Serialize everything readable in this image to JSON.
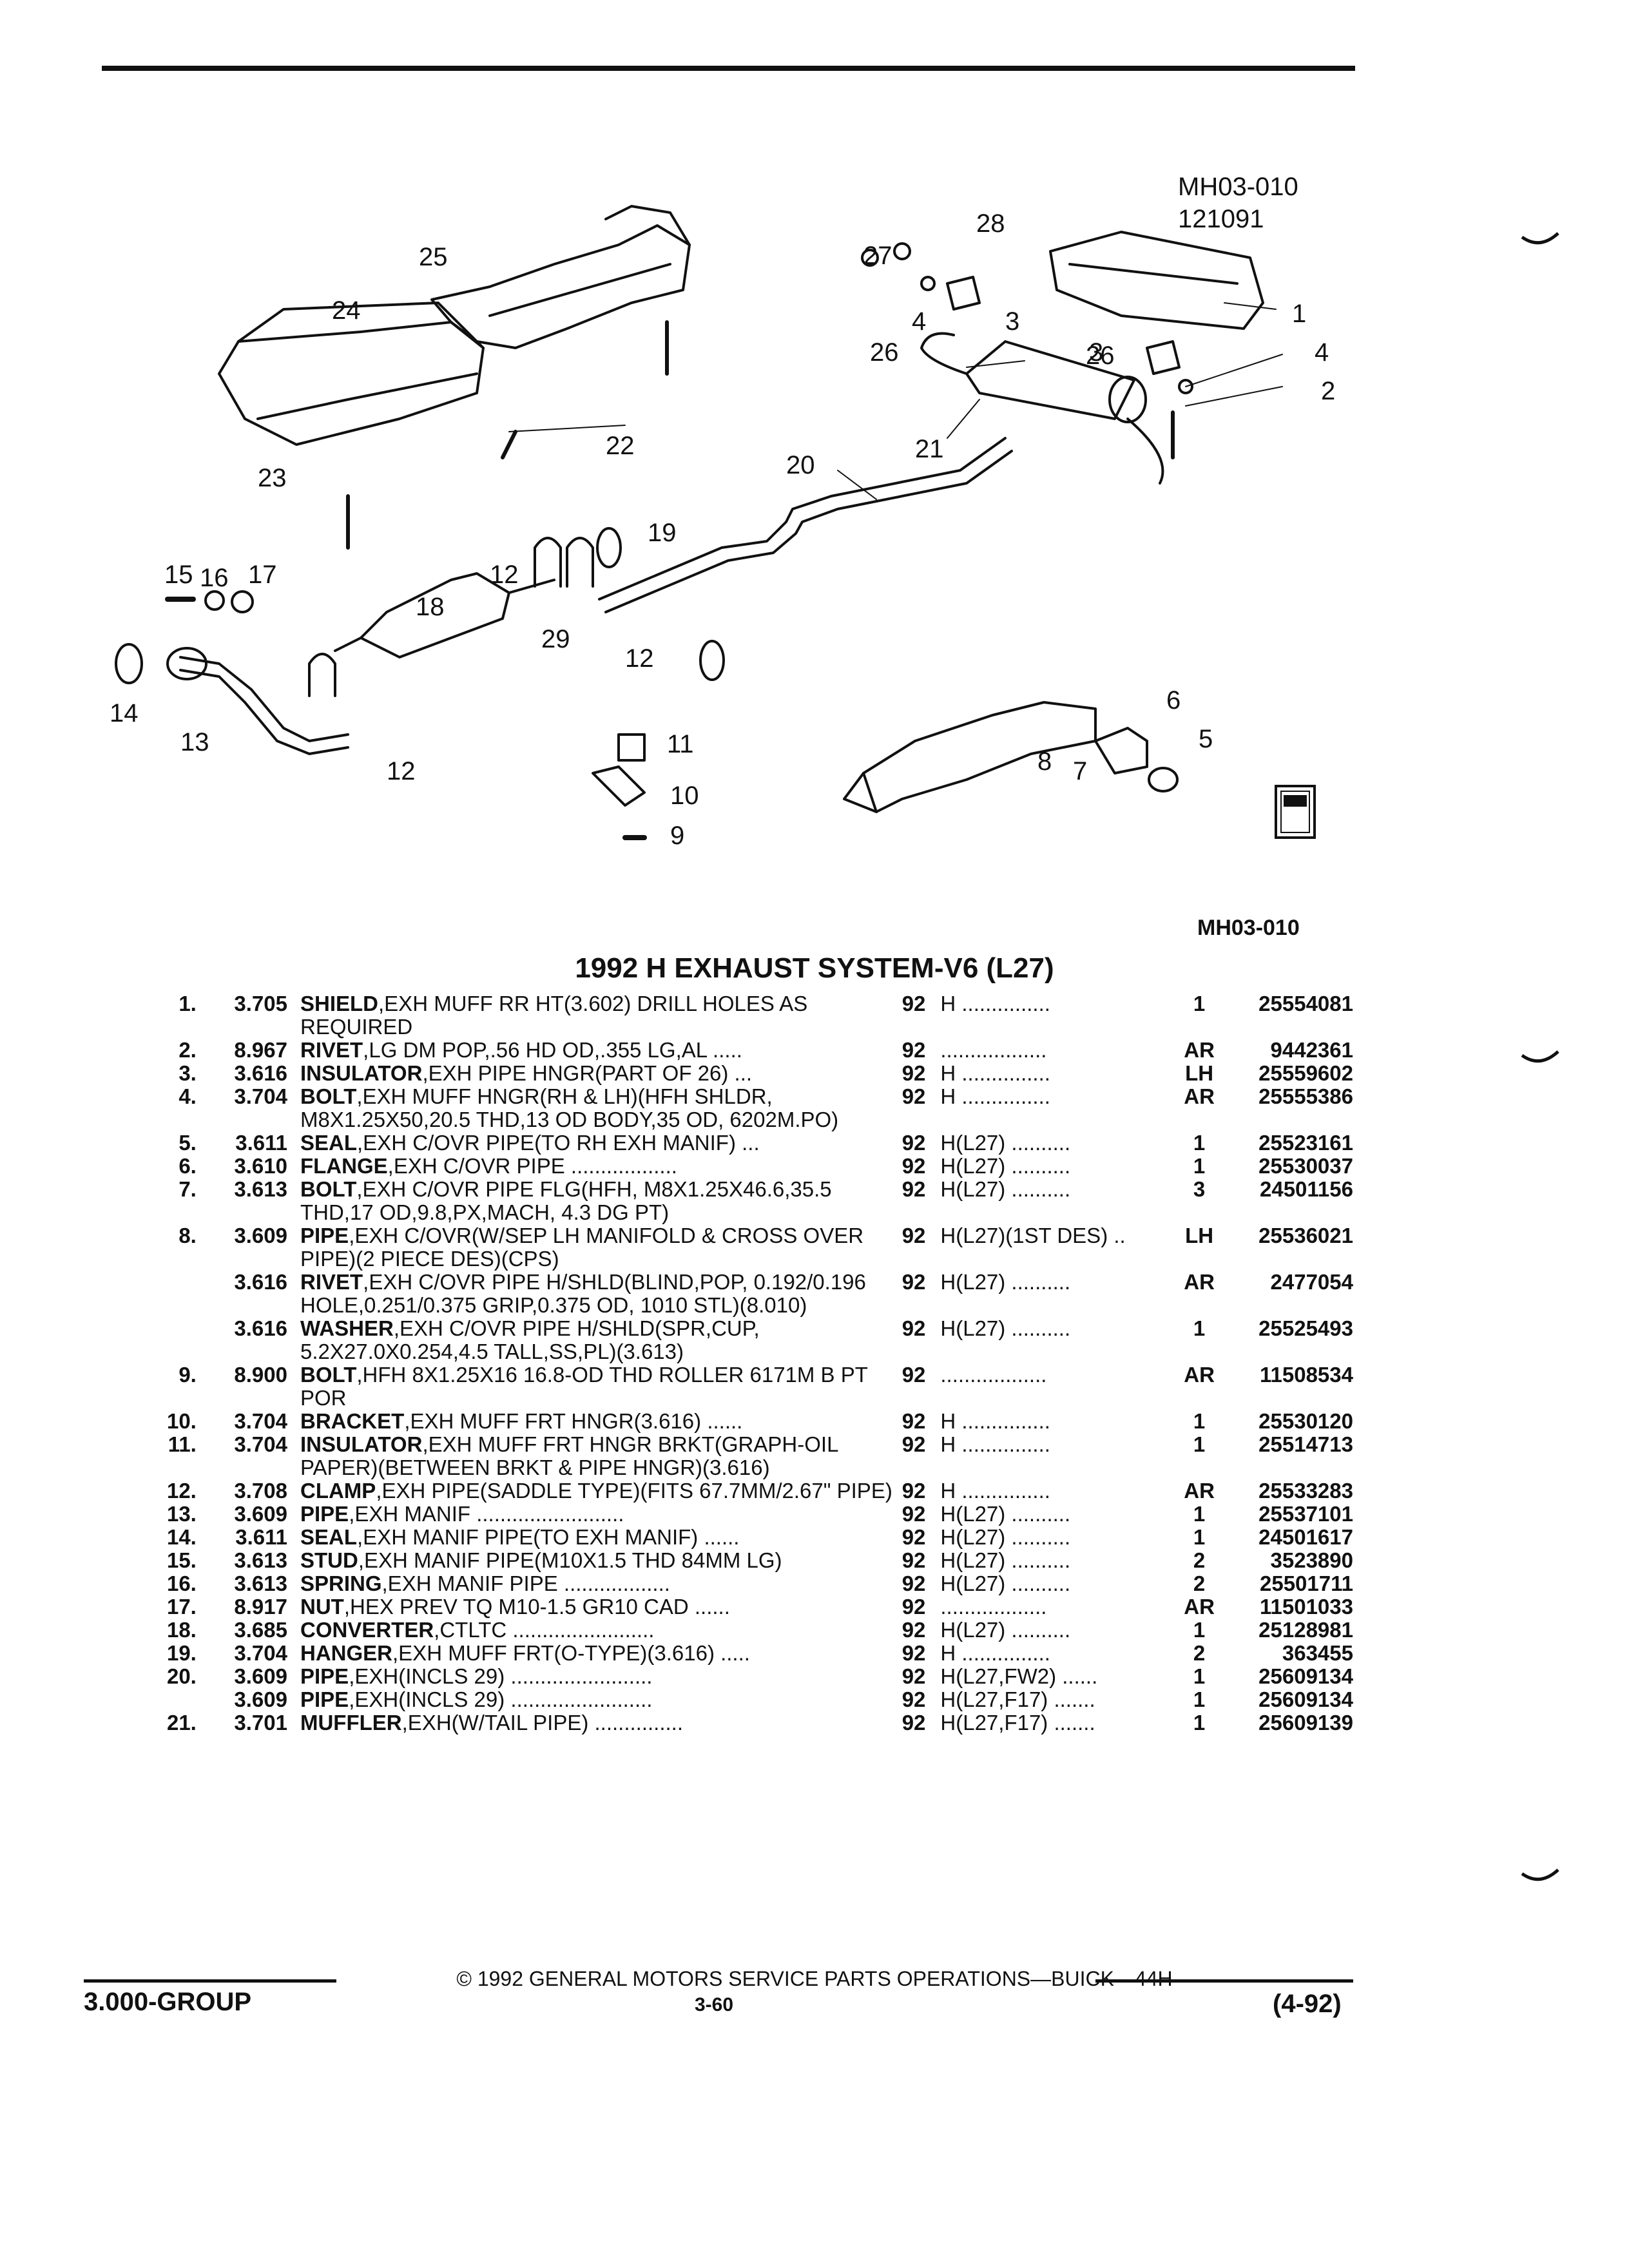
{
  "diagram": {
    "code_top": "MH03-010",
    "code_date": "121091",
    "code_bottom": "MH03-010",
    "callouts": [
      "1",
      "2",
      "3",
      "4",
      "5",
      "6",
      "7",
      "8",
      "9",
      "10",
      "11",
      "12",
      "13",
      "14",
      "15",
      "16",
      "17",
      "18",
      "19",
      "20",
      "21",
      "22",
      "23",
      "24",
      "25",
      "26",
      "27",
      "28",
      "29"
    ]
  },
  "title": "1992 H EXHAUST SYSTEM-V6 (L27)",
  "parts": [
    {
      "num": "1.",
      "grp": "3.705",
      "name": "SHIELD",
      "desc": ",EXH MUFF RR HT(3.602) DRILL HOLES AS REQUIRED",
      "yr": "92",
      "model": "H ...............",
      "qty": "1",
      "pn": "25554081"
    },
    {
      "num": "2.",
      "grp": "8.967",
      "name": "RIVET",
      "desc": ",LG DM POP,.56 HD OD,.355 LG,AL .....",
      "yr": "92",
      "model": "..................",
      "qty": "AR",
      "pn": "9442361"
    },
    {
      "num": "3.",
      "grp": "3.616",
      "name": "INSULATOR",
      "desc": ",EXH PIPE HNGR(PART OF 26) ...",
      "yr": "92",
      "model": "H ...............",
      "qty": "LH",
      "pn": "25559602"
    },
    {
      "num": "4.",
      "grp": "3.704",
      "name": "BOLT",
      "desc": ",EXH MUFF HNGR(RH & LH)(HFH SHLDR, M8X1.25X50,20.5 THD,13 OD BODY,35 OD, 6202M.PO)",
      "yr": "92",
      "model": "H ...............",
      "qty": "AR",
      "pn": "25555386"
    },
    {
      "num": "5.",
      "grp": "3.611",
      "name": "SEAL",
      "desc": ",EXH C/OVR PIPE(TO RH EXH MANIF) ...",
      "yr": "92",
      "model": "H(L27) ..........",
      "qty": "1",
      "pn": "25523161"
    },
    {
      "num": "6.",
      "grp": "3.610",
      "name": "FLANGE",
      "desc": ",EXH C/OVR PIPE ..................",
      "yr": "92",
      "model": "H(L27) ..........",
      "qty": "1",
      "pn": "25530037"
    },
    {
      "num": "7.",
      "grp": "3.613",
      "name": "BOLT",
      "desc": ",EXH C/OVR PIPE FLG(HFH, M8X1.25X46.6,35.5 THD,17 OD,9.8,PX,MACH, 4.3 DG PT)",
      "yr": "92",
      "model": "H(L27) ..........",
      "qty": "3",
      "pn": "24501156"
    },
    {
      "num": "8.",
      "grp": "3.609",
      "name": "PIPE",
      "desc": ",EXH C/OVR(W/SEP LH MANIFOLD & CROSS OVER PIPE)(2 PIECE DES)(CPS)",
      "yr": "92",
      "model": "H(L27)(1ST DES) ..",
      "qty": "LH",
      "pn": "25536021"
    },
    {
      "num": "",
      "grp": "3.616",
      "name": "RIVET",
      "desc": ",EXH C/OVR PIPE H/SHLD(BLIND,POP, 0.192/0.196 HOLE,0.251/0.375 GRIP,0.375 OD, 1010 STL)(8.010)",
      "yr": "92",
      "model": "H(L27) ..........",
      "qty": "AR",
      "pn": "2477054"
    },
    {
      "num": "",
      "grp": "3.616",
      "name": "WASHER",
      "desc": ",EXH C/OVR PIPE H/SHLD(SPR,CUP, 5.2X27.0X0.254,4.5 TALL,SS,PL)(3.613)",
      "yr": "92",
      "model": "H(L27) ..........",
      "qty": "1",
      "pn": "25525493"
    },
    {
      "num": "9.",
      "grp": "8.900",
      "name": "BOLT",
      "desc": ",HFH 8X1.25X16 16.8-OD THD ROLLER 6171M B PT POR",
      "yr": "92",
      "model": "..................",
      "qty": "AR",
      "pn": "11508534"
    },
    {
      "num": "10.",
      "grp": "3.704",
      "name": "BRACKET",
      "desc": ",EXH MUFF FRT HNGR(3.616) ......",
      "yr": "92",
      "model": "H ...............",
      "qty": "1",
      "pn": "25530120"
    },
    {
      "num": "11.",
      "grp": "3.704",
      "name": "INSULATOR",
      "desc": ",EXH MUFF FRT HNGR BRKT(GRAPH-OIL PAPER)(BETWEEN BRKT & PIPE HNGR)(3.616)",
      "yr": "92",
      "model": "H ...............",
      "qty": "1",
      "pn": "25514713"
    },
    {
      "num": "12.",
      "grp": "3.708",
      "name": "CLAMP",
      "desc": ",EXH PIPE(SADDLE TYPE)(FITS 67.7MM/2.67\" PIPE)",
      "yr": "92",
      "model": "H ...............",
      "qty": "AR",
      "pn": "25533283"
    },
    {
      "num": "13.",
      "grp": "3.609",
      "name": "PIPE",
      "desc": ",EXH MANIF .........................",
      "yr": "92",
      "model": "H(L27) ..........",
      "qty": "1",
      "pn": "25537101"
    },
    {
      "num": "14.",
      "grp": "3.611",
      "name": "SEAL",
      "desc": ",EXH MANIF PIPE(TO EXH MANIF) ......",
      "yr": "92",
      "model": "H(L27) ..........",
      "qty": "1",
      "pn": "24501617"
    },
    {
      "num": "15.",
      "grp": "3.613",
      "name": "STUD",
      "desc": ",EXH MANIF PIPE(M10X1.5 THD 84MM LG)",
      "yr": "92",
      "model": "H(L27) ..........",
      "qty": "2",
      "pn": "3523890"
    },
    {
      "num": "16.",
      "grp": "3.613",
      "name": "SPRING",
      "desc": ",EXH MANIF PIPE ..................",
      "yr": "92",
      "model": "H(L27) ..........",
      "qty": "2",
      "pn": "25501711"
    },
    {
      "num": "17.",
      "grp": "8.917",
      "name": "NUT",
      "desc": ",HEX PREV TQ M10-1.5 GR10 CAD ......",
      "yr": "92",
      "model": "..................",
      "qty": "AR",
      "pn": "11501033"
    },
    {
      "num": "18.",
      "grp": "3.685",
      "name": "CONVERTER",
      "desc": ",CTLTC ........................",
      "yr": "92",
      "model": "H(L27) ..........",
      "qty": "1",
      "pn": "25128981"
    },
    {
      "num": "19.",
      "grp": "3.704",
      "name": "HANGER",
      "desc": ",EXH MUFF FRT(O-TYPE)(3.616) .....",
      "yr": "92",
      "model": "H ...............",
      "qty": "2",
      "pn": "363455"
    },
    {
      "num": "20.",
      "grp": "3.609",
      "name": "PIPE",
      "desc": ",EXH(INCLS 29) ........................",
      "yr": "92",
      "model": "H(L27,FW2) ......",
      "qty": "1",
      "pn": "25609134"
    },
    {
      "num": "",
      "grp": "3.609",
      "name": "PIPE",
      "desc": ",EXH(INCLS 29) ........................",
      "yr": "92",
      "model": "H(L27,F17) .......",
      "qty": "1",
      "pn": "25609134"
    },
    {
      "num": "21.",
      "grp": "3.701",
      "name": "MUFFLER",
      "desc": ",EXH(W/TAIL PIPE) ...............",
      "yr": "92",
      "model": "H(L27,F17) .......",
      "qty": "1",
      "pn": "25609139"
    }
  ],
  "footer": {
    "copyright": "© 1992 GENERAL MOTORS SERVICE PARTS OPERATIONS—BUICK—44H",
    "group": "3.000-GROUP",
    "page": "3-60",
    "date": "(4-92)"
  }
}
